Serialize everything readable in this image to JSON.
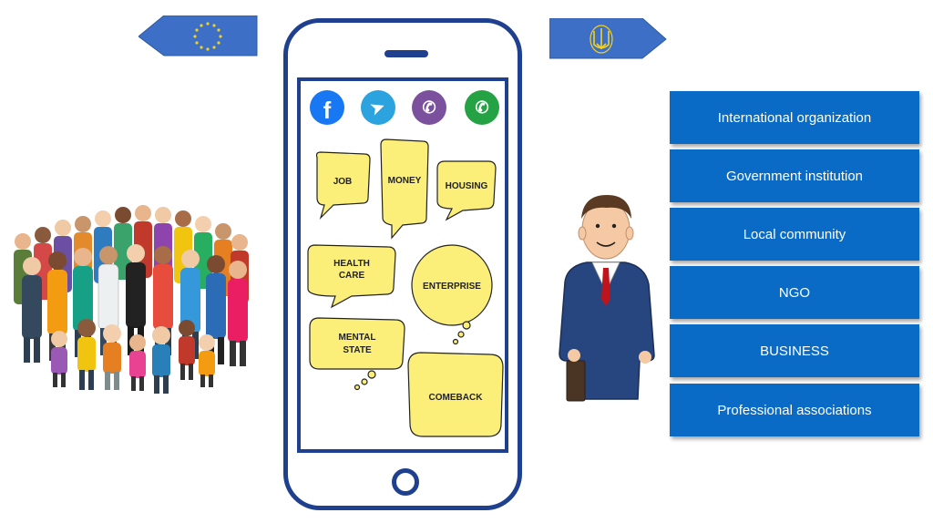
{
  "phone": {
    "apps": [
      {
        "name": "facebook",
        "color": "#1877f2",
        "glyph": "f"
      },
      {
        "name": "telegram",
        "color": "#2aa3df",
        "glyph": "➤"
      },
      {
        "name": "viber",
        "color": "#7b519d",
        "glyph": "✆"
      },
      {
        "name": "whatsapp",
        "color": "#25a244",
        "glyph": "✆"
      }
    ],
    "bubbles": {
      "job": "JOB",
      "money": "MONEY",
      "housing": "HOUSING",
      "health_line1": "HEALTH",
      "health_line2": "CARE",
      "enterprise": "ENTERPRISE",
      "mental_line1": "MENTAL",
      "mental_line2": "STATE",
      "comeback": "COMEBACK"
    },
    "bubble_fill": "#fbef7a"
  },
  "organizations": [
    "International organization",
    "Government institution",
    "Local community",
    "NGO",
    "BUSINESS",
    "Professional associations"
  ],
  "colors": {
    "flag_blue": "#3d6fc6",
    "phone_outline": "#1f3f8f",
    "org_box": "#0a6bc7",
    "star_gold": "#f5d21a"
  }
}
